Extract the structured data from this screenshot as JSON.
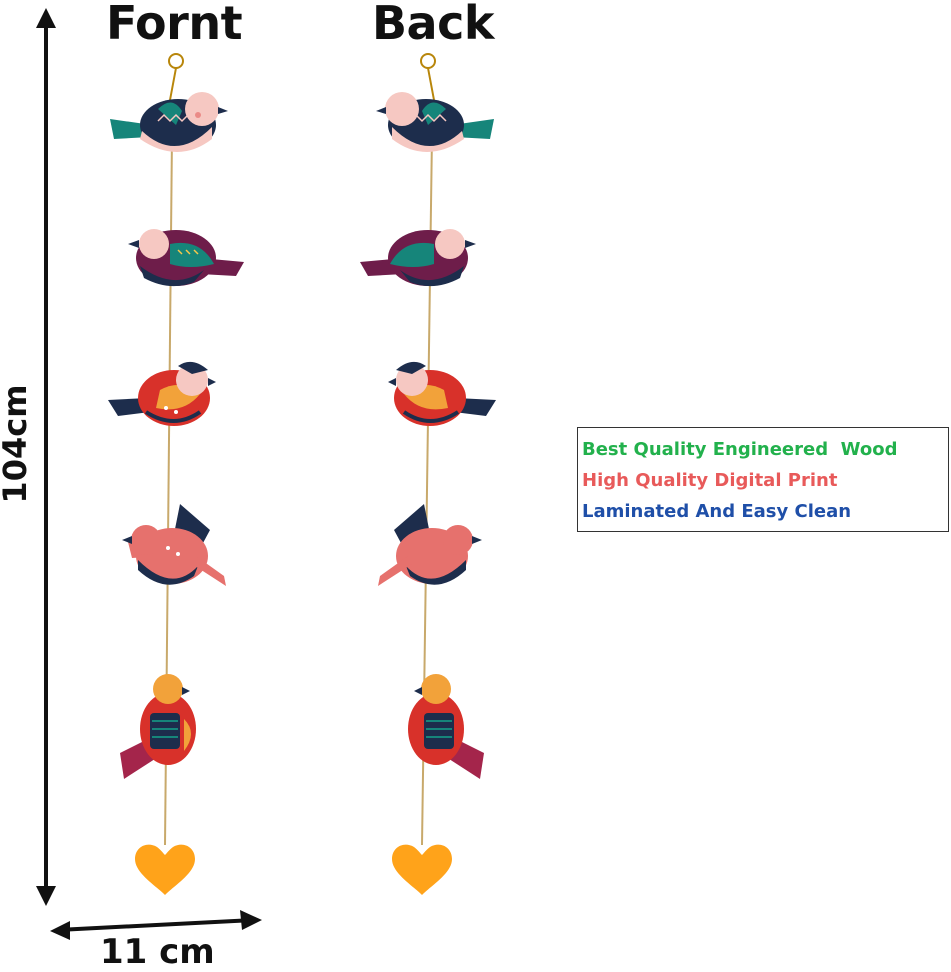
{
  "labels": {
    "front": "Fornt",
    "back": "Back",
    "height": "104cm",
    "width": "11 cm"
  },
  "features": [
    {
      "text": "Best Quality Engineered  Wood",
      "color": "#22b14c"
    },
    {
      "text": "High Quality Digital Print",
      "color": "#e85a5a"
    },
    {
      "text": "Laminated And Easy Clean",
      "color": "#1f4fa8"
    }
  ],
  "colors": {
    "teal": "#16857a",
    "plum": "#6e1d4a",
    "red": "#d8312a",
    "orange": "#f2a23a",
    "pink": "#e6716d",
    "navy": "#1d2d4c",
    "heart": "#ffa31a",
    "string": "#c8a96b",
    "skin": "#f6c8c2",
    "yellow": "#f7c84a"
  },
  "icons": [
    "bird-icon",
    "heart-icon",
    "hook-icon",
    "arrow-vertical-icon",
    "arrow-horizontal-icon"
  ]
}
